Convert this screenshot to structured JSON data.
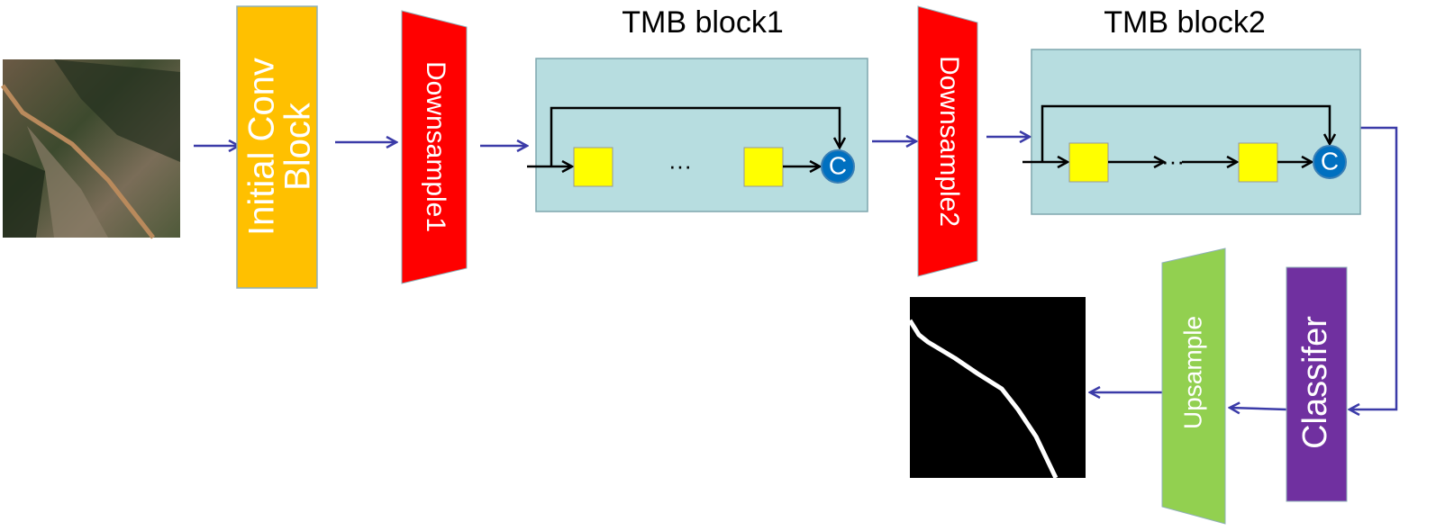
{
  "titles": {
    "tmb1": "TMB block1",
    "tmb2": "TMB block2"
  },
  "blocks": {
    "initial_conv_line1": "Initial Conv",
    "initial_conv_line2": "Block",
    "downsample1": "Downsample1",
    "downsample2": "Downsample2",
    "classifier": "Classifer",
    "upsample": "Upsample"
  },
  "concat_symbol": "C",
  "ellipsis": "···",
  "colors": {
    "initial_conv": "#FFC000",
    "downsample": "#FF0000",
    "tmb_bg": "#B7DDE0",
    "unit": "#FFFF00",
    "concat": "#0070C0",
    "classifier": "#7030A0",
    "upsample": "#92D050",
    "flow_arrow": "#3B3BA8"
  }
}
